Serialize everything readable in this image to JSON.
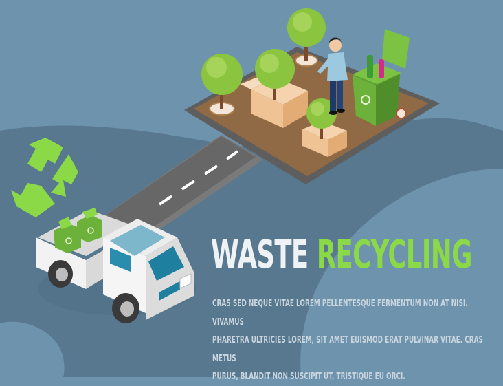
{
  "headline": {
    "word1": "WASTE",
    "word2": "RECYCLING"
  },
  "body": {
    "line1": "CRAS SED NEQUE VITAE LOREM PELLENTESQUE FERMENTUM NON AT NISI. VIVAMUS",
    "line2": "PHARETRA ULTRICIES LOREM, SIT AMET EUISMOD ERAT PULVINAR VITAE. CRAS METUS",
    "line3": "PURUS, BLANDIT NON SUSCIPIT UT, TRISTIQUE EU ORCI."
  },
  "colors": {
    "background": "#6E93AD",
    "dark_wave": "#5A7A91",
    "accent_green": "#8CD948",
    "bin_green": "#6CB23A",
    "soil": "#8F6A45",
    "road": "#6A6A6A",
    "truck": "#F2F2F2",
    "text_light": "#EEF2F5"
  },
  "icons": [
    "recycle-icon",
    "truck-icon",
    "recycling-bin-icon",
    "tree-icon",
    "box-icon",
    "person-icon"
  ]
}
